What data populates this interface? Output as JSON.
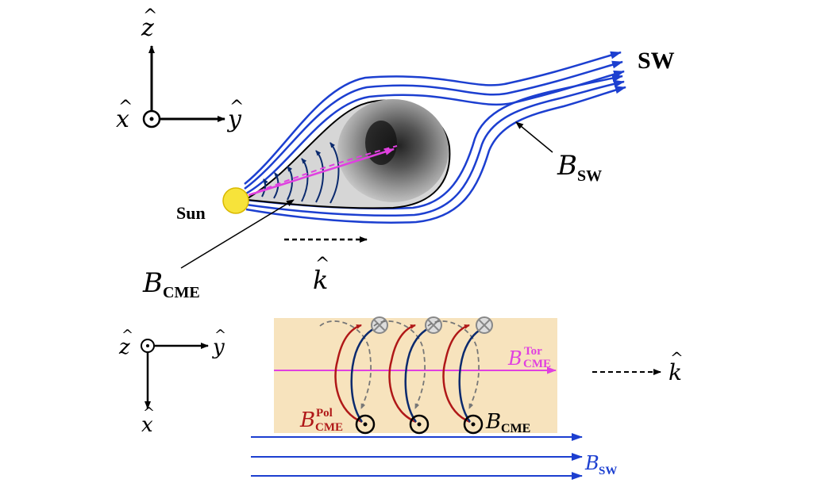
{
  "top_panel": {
    "axes": {
      "z": "z",
      "x": "x",
      "y": "y"
    },
    "sw_label": "SW",
    "sun_label": "Sun",
    "b_sw": {
      "symbol": "B",
      "sub": "SW"
    },
    "b_cme": {
      "symbol": "B",
      "sub": "CME"
    },
    "k_label": "k"
  },
  "bottom_panel": {
    "axes": {
      "z": "z",
      "x": "x",
      "y": "y"
    },
    "k_label": "k",
    "b_tor": {
      "symbol": "B",
      "sub": "CME",
      "sup": "Tor"
    },
    "b_pol": {
      "symbol": "B",
      "sub": "CME",
      "sup": "Pol"
    },
    "b_cme": {
      "symbol": "B",
      "sub": "CME"
    },
    "b_sw": {
      "symbol": "B",
      "sub": "SW"
    }
  },
  "colors": {
    "field_line": "#1c3fd0",
    "toroidal": "#e040e0",
    "poloidal": "#b01818",
    "flux_rope": "#0b2a6e",
    "tube": "#f7e3bd",
    "sun": "#f7e33a"
  }
}
